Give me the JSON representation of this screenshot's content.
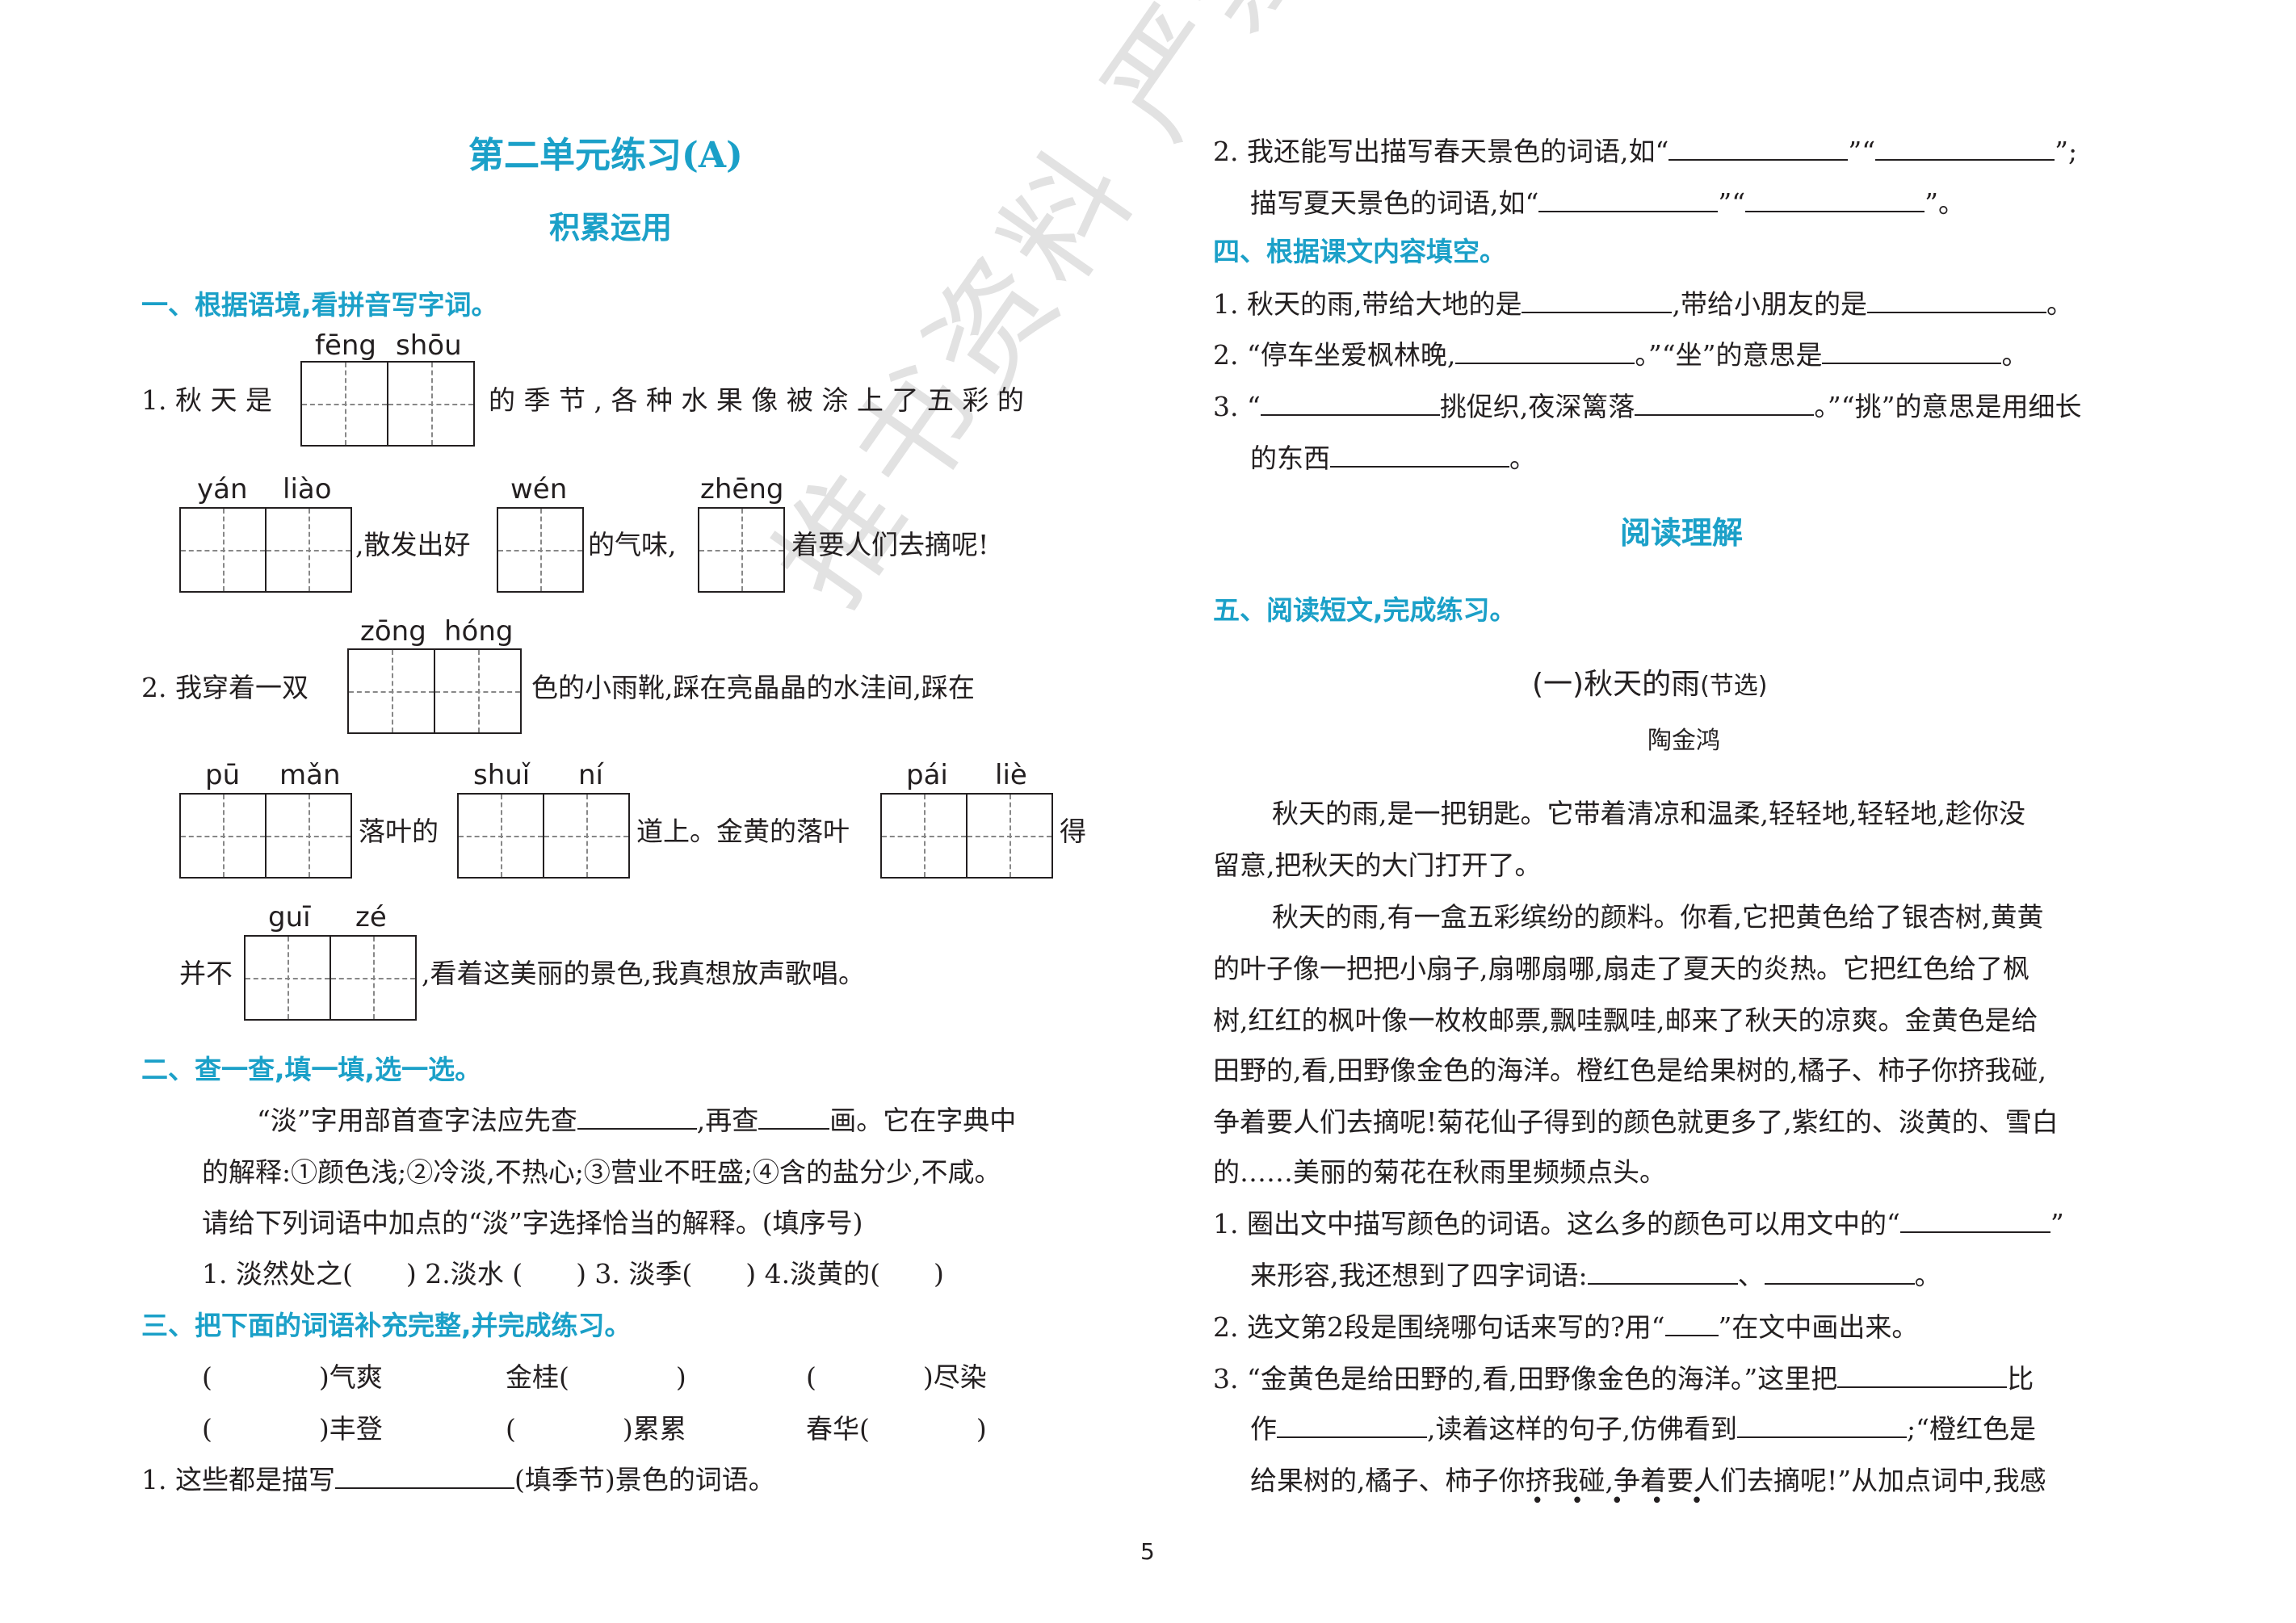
{
  "left": {
    "title": "第二单元练习(A)",
    "section1": "积累运用",
    "q1_heading": "一、根据语境,看拼音写字词。",
    "q1": {
      "s1_start": "1. 秋 天 是",
      "s1_mid": "的 季 节 , 各 种 水 果 像 被 涂 上 了 五 彩 的",
      "s1_b": ",散发出好",
      "s1_c": "的气味,",
      "s1_d": "着要人们去摘呢!",
      "s2_start": "2. 我穿着一双",
      "s2_mid": "色的小雨靴,踩在亮晶晶的水洼间,踩在",
      "s2_b": "落叶的",
      "s2_c": "道上。金黄的落叶",
      "s2_d": "得",
      "s2_e": "并不",
      "s2_f": ",看着这美丽的景色,我真想放声歌唱。",
      "py_feng": "fēng",
      "py_shou": "shōu",
      "py_yan": "yán",
      "py_liao": "liào",
      "py_wen": "wén",
      "py_zheng": "zhēng",
      "py_zong": "zōng",
      "py_hong": "hóng",
      "py_pu": "pū",
      "py_man": "mǎn",
      "py_shui": "shuǐ",
      "py_ni": "ní",
      "py_pai": "pái",
      "py_lie": "liè",
      "py_gui": "guī",
      "py_ze": "zé"
    },
    "q2_heading": "二、查一查,填一填,选一选。",
    "q2": {
      "l1a": "“淡”字用部首查字法应先查",
      "l1b": ",再查",
      "l1c": "画。它在字典中",
      "l2": "的解释:①颜色浅;②冷淡,不热心;③营业不旺盛;④含的盐分少,不咸。",
      "l3": "请给下列词语中加点的“淡”字选择恰当的解释。(填序号)",
      "l4": "1. 淡然处之(　　) 2.淡水 (　　) 3. 淡季(　　) 4.淡黄的(　　)"
    },
    "q3_heading": "三、把下面的词语补充完整,并完成练习。",
    "q3": {
      "w1": "(　　　　)气爽",
      "w2": "金桂(　　　　)",
      "w3": "(　　　　)尽染",
      "w4": "(　　　　)丰登",
      "w5": "(　　　　)累累",
      "w6": "春华(　　　　)",
      "q1a": "1. 这些都是描写",
      "q1b": "(填季节)景色的词语。"
    }
  },
  "right": {
    "q3_2a": "2. 我还能写出描写春天景色的词语,如“",
    "q3_2b": "”“",
    "q3_2c": "”;",
    "q3_2d": "描写夏天景色的词语,如“",
    "q3_2e": "”“",
    "q3_2f": "”。",
    "q4_heading": "四、根据课文内容填空。",
    "q4_1a": "1. 秋天的雨,带给大地的是",
    "q4_1b": ",带给小朋友的是",
    "q4_1c": "。",
    "q4_2a": "2. “停车坐爱枫林晚,",
    "q4_2b": "。”“坐”的意思是",
    "q4_2c": "。",
    "q4_3a": "3. “",
    "q4_3b": "挑促织,夜深篱落",
    "q4_3c": "。”“挑”的意思是用细长",
    "q4_3d": "的东西",
    "q4_3e": "。",
    "section2": "阅读理解",
    "q5_heading": "五、阅读短文,完成练习。",
    "article_title": "(一)秋天的雨",
    "article_note": "(节选)",
    "author": "陶金鸿",
    "p1a": "秋天的雨,是一把钥匙。它带着清凉和温柔,轻轻地,轻轻地,趁你没",
    "p1b": "留意,把秋天的大门打开了。",
    "p2a": "秋天的雨,有一盒五彩缤纷的颜料。你看,它把黄色给了银杏树,黄黄",
    "p2b": "的叶子像一把把小扇子,扇哪扇哪,扇走了夏天的炎热。它把红色给了枫",
    "p2c": "树,红红的枫叶像一枚枚邮票,飘哇飘哇,邮来了秋天的凉爽。金黄色是给",
    "p2d": "田野的,看,田野像金色的海洋。橙红色是给果树的,橘子、柿子你挤我碰,",
    "p2e": "争着要人们去摘呢!菊花仙子得到的颜色就更多了,紫红的、淡黄的、雪白",
    "p2f": "的……美丽的菊花在秋雨里频频点头。",
    "r1a": "1. 圈出文中描写颜色的词语。这么多的颜色可以用文中的“",
    "r1b": "”",
    "r1c": "来形容,我还想到了四字词语:",
    "r1d": "、",
    "r1e": "。",
    "r2a": "2. 选文第2段是围绕哪句话来写的?用“",
    "r2b": "”在文中画出来。",
    "r3a": "3. “金黄色是给田野的,看,田野像金色的海洋。”这里把",
    "r3b": "比",
    "r3c": "作",
    "r3d": ",读着这样的句子,仿佛看到",
    "r3e": ";“橙红色是",
    "r3f": "给果树的,橘子、柿子你挤我碰,争着要人们去摘呢!”从加点词中,我感"
  },
  "watermark": "推书资料 严禁外传",
  "page_number": "5"
}
